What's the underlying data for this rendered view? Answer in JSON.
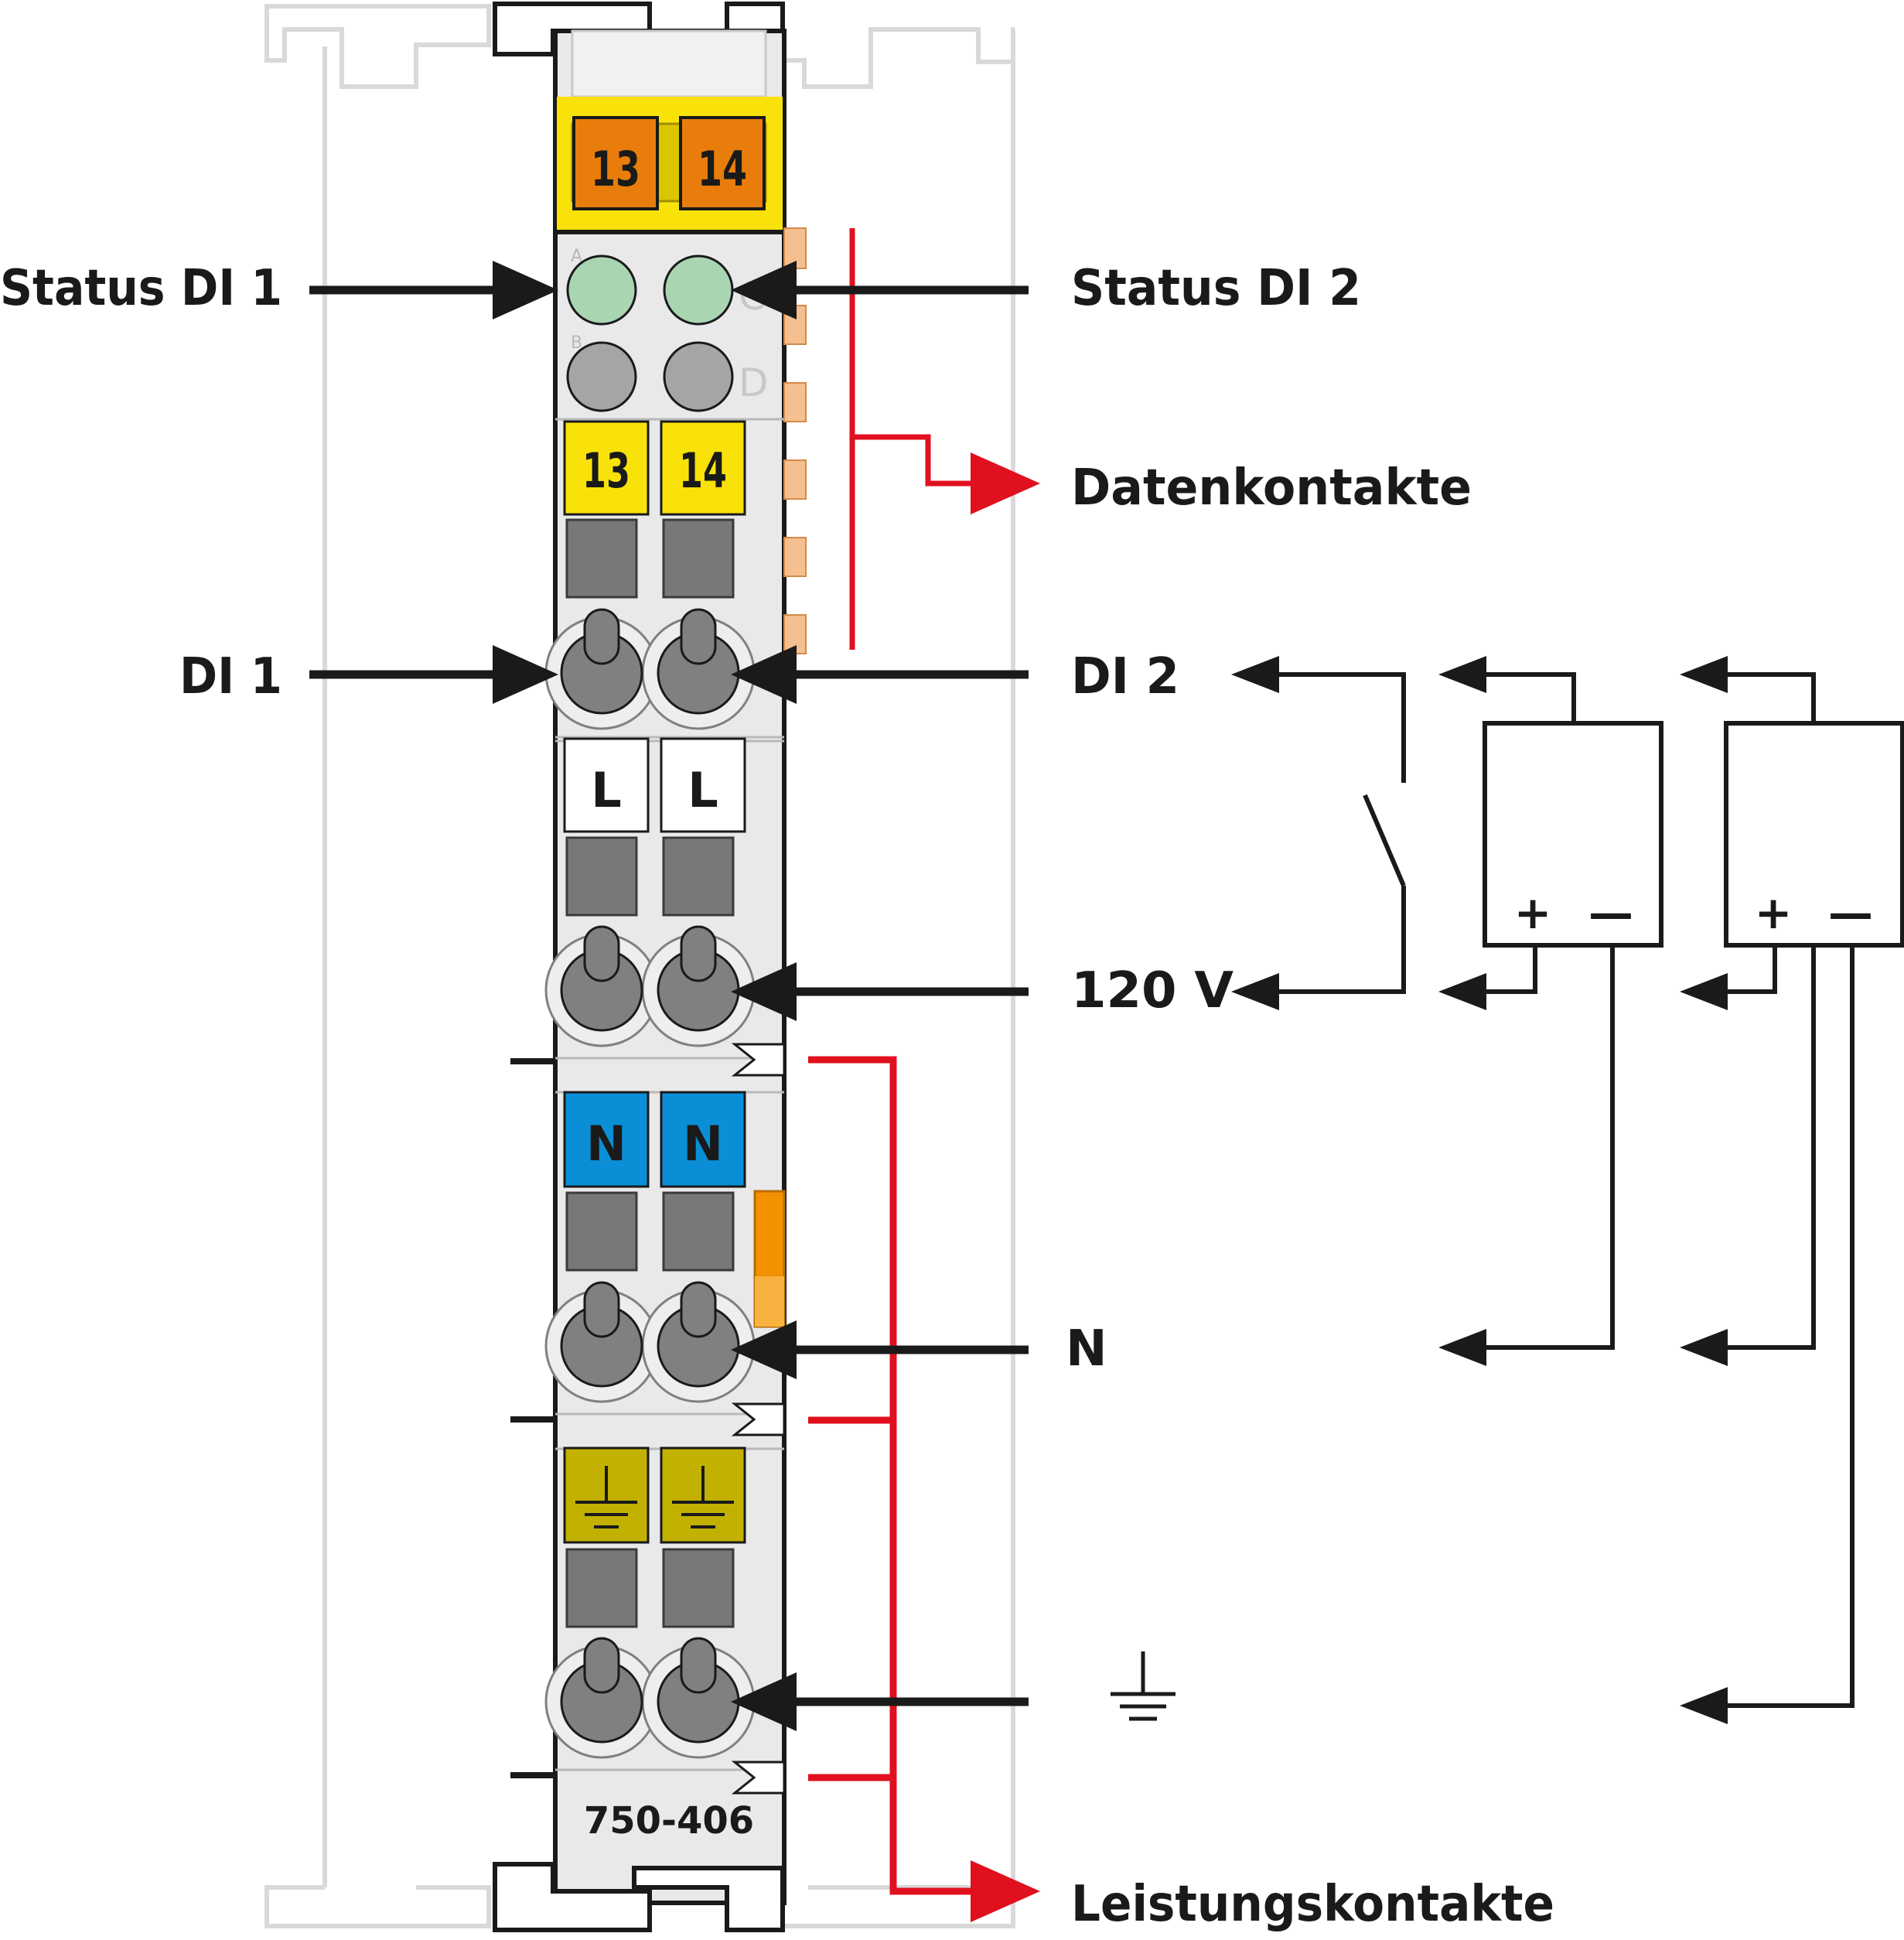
{
  "module": {
    "part_number": "750-406",
    "top_marker_left": "13",
    "top_marker_right": "14",
    "led_letters": [
      "A",
      "B",
      "C",
      "D"
    ],
    "marker_row1": [
      "13",
      "14"
    ],
    "marker_row2": [
      "L",
      "L"
    ],
    "marker_row3": [
      "N",
      "N"
    ]
  },
  "labels": {
    "status_di1": "Status DI 1",
    "status_di2": "Status DI 2",
    "di1": "DI 1",
    "di2": "DI 2",
    "supply_120v": "120 V",
    "neutral": "N",
    "data_contacts": "Datenkontakte",
    "power_contacts": "Leistungskontakte"
  },
  "sources": {
    "plus": "+",
    "minus": "—"
  },
  "colors": {
    "housing": "#e9e9ea",
    "housing_edge": "#c9c9cb",
    "ghost_rail": "#d8d8d8",
    "top_yellow": "#f9e20a",
    "top_orange": "#e87d0c",
    "led_green": "#a9d5b3",
    "led_grey": "#a4a5a7",
    "marker_yellow": "#f9e20a",
    "marker_white": "#ffffff",
    "marker_blue": "#0a8fd6",
    "marker_ground": "#c2b100",
    "clamp_grey": "#7f8082",
    "slot_grey": "#77787a",
    "contact_orange": "#f5bf8f",
    "arrow_black": "#1a1a1a",
    "arrow_red": "#e0101e"
  },
  "icons": [
    "ground-icon",
    "switch-icon",
    "arrow-icon"
  ]
}
